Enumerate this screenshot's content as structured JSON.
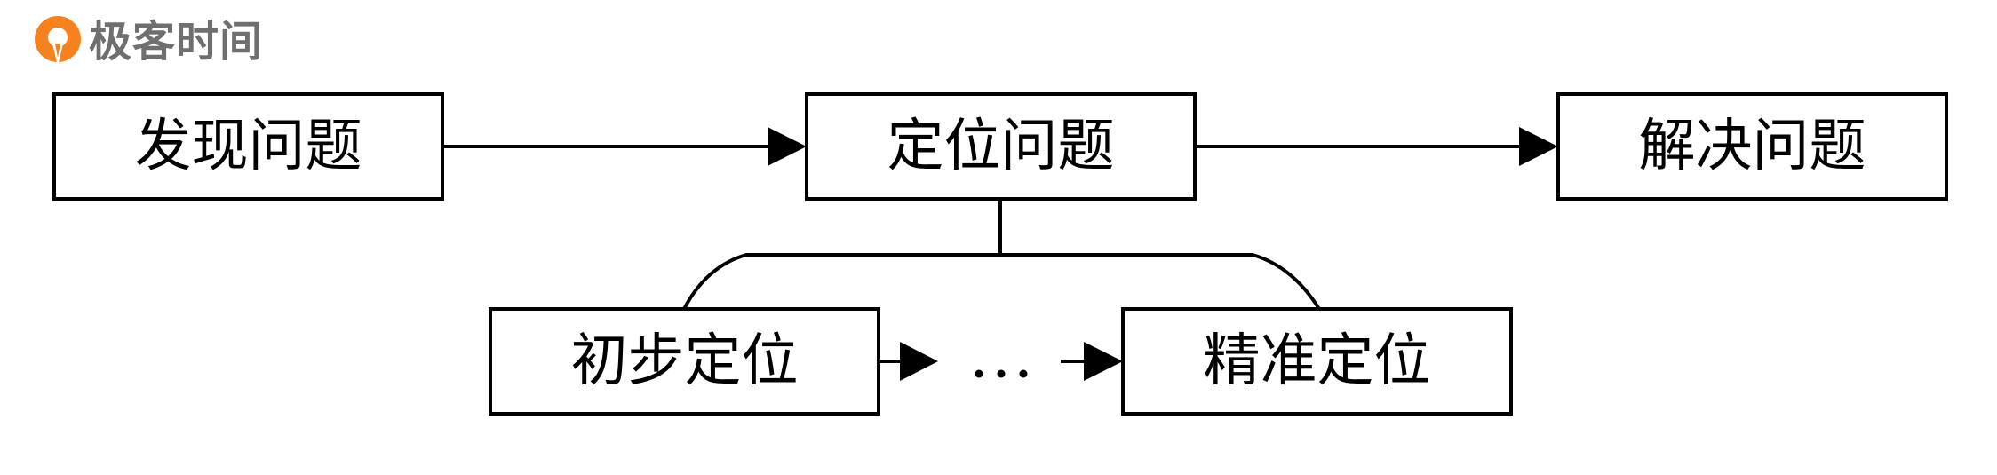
{
  "logo": {
    "text": "极客时间",
    "mark_color": "#f5821f"
  },
  "nodes": {
    "discover": "发现问题",
    "locate": "定位问题",
    "solve": "解决问题",
    "initial": "初步定位",
    "precise": "精准定位"
  },
  "ellipsis": "…",
  "colors": {
    "stroke": "#000000",
    "text_gray": "#6f6f6f"
  }
}
